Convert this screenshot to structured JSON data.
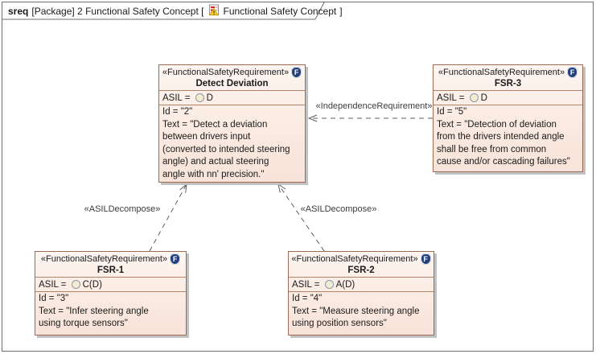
{
  "title": {
    "kind": "sreq",
    "context": "[Package] 2 Functional Safety Concept [",
    "icon": "requirement-diagram-icon",
    "name": "Functional Safety Concept",
    "close": "]"
  },
  "colors": {
    "box_border": "#9d6b55",
    "box_fill_top": "#fdf6f1",
    "box_fill_bottom": "#f7e3d9",
    "separator": "#b08468",
    "shadow": "#c2c2c2",
    "badge_bg": "#24407c",
    "connector": "#5f5f5f",
    "frame_border": "#6e6e6e"
  },
  "boxes": [
    {
      "key": "detect-deviation",
      "stereotype": "«FunctionalSafetyRequirement»",
      "badge_letter": "F",
      "name": "Detect Deviation",
      "asil_label": "ASIL = ",
      "asil_value": "D",
      "body_lines": [
        "Id = \"2\"",
        "Text = \"Detect a deviation",
        "between drivers input",
        "(converted to intended steering",
        "angle) and actual steering",
        "angle with nn' precision.\""
      ]
    },
    {
      "key": "fsr-3",
      "stereotype": "«FunctionalSafetyRequirement»",
      "badge_letter": "F",
      "name": "FSR-3",
      "asil_label": "ASIL = ",
      "asil_value": "D",
      "body_lines": [
        "Id = \"5\"",
        "Text = \"Detection of deviation",
        "from the drivers intended angle",
        "shall be free from common",
        "cause and/or cascading failures\""
      ]
    },
    {
      "key": "fsr-1",
      "stereotype": "«FunctionalSafetyRequirement»",
      "badge_letter": "F",
      "name": "FSR-1",
      "asil_label": "ASIL = ",
      "asil_value": "C(D)",
      "body_lines": [
        "Id = \"3\"",
        "Text = \"Infer steering angle",
        "using torque sensors\""
      ]
    },
    {
      "key": "fsr-2",
      "stereotype": "«FunctionalSafetyRequirement»",
      "badge_letter": "F",
      "name": "FSR-2",
      "asil_label": "ASIL = ",
      "asil_value": "A(D)",
      "body_lines": [
        "Id = \"4\"",
        "Text = \"Measure steering angle",
        "using position sensors\""
      ]
    }
  ],
  "connectors": [
    {
      "key": "independence",
      "label": "«IndependenceRequirement»",
      "style": "dashed-open-arrow",
      "from": "FSR-3",
      "to": "Detect Deviation"
    },
    {
      "key": "decompose-left",
      "label": "«ASILDecompose»",
      "style": "dashed-open-arrow",
      "from": "FSR-1",
      "to": "Detect Deviation"
    },
    {
      "key": "decompose-right",
      "label": "«ASILDecompose»",
      "style": "dashed-open-arrow",
      "from": "FSR-2",
      "to": "Detect Deviation"
    }
  ]
}
